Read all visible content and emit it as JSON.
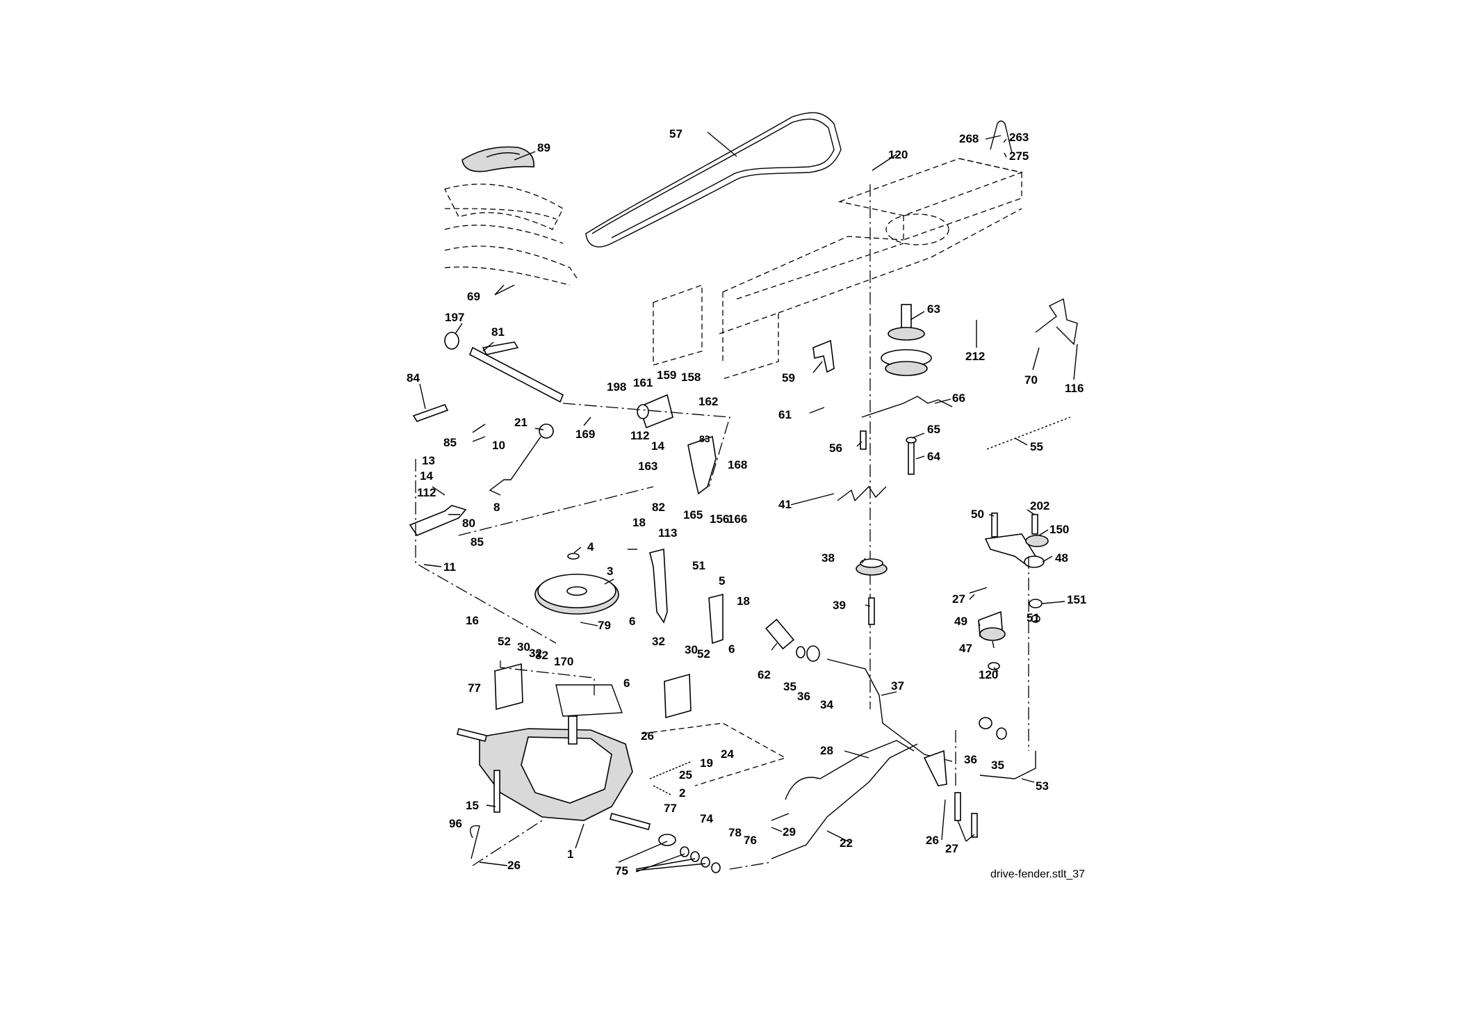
{
  "caption": "drive-fender.stlt_37",
  "callouts": [
    {
      "id": "c57",
      "text": "57"
    },
    {
      "id": "c89",
      "text": "89"
    },
    {
      "id": "c69",
      "text": "69"
    },
    {
      "id": "c120a",
      "text": "120"
    },
    {
      "id": "c268",
      "text": "268"
    },
    {
      "id": "c263",
      "text": "263"
    },
    {
      "id": "c275",
      "text": "275"
    },
    {
      "id": "c63",
      "text": "63"
    },
    {
      "id": "c212",
      "text": "212"
    },
    {
      "id": "c70",
      "text": "70"
    },
    {
      "id": "c116",
      "text": "116"
    },
    {
      "id": "c197",
      "text": "197"
    },
    {
      "id": "c81",
      "text": "81"
    },
    {
      "id": "c84",
      "text": "84"
    },
    {
      "id": "c198",
      "text": "198"
    },
    {
      "id": "c161",
      "text": "161"
    },
    {
      "id": "c159",
      "text": "159"
    },
    {
      "id": "c158",
      "text": "158"
    },
    {
      "id": "c162",
      "text": "162"
    },
    {
      "id": "c59",
      "text": "59"
    },
    {
      "id": "c61",
      "text": "61"
    },
    {
      "id": "c66",
      "text": "66"
    },
    {
      "id": "c21",
      "text": "21"
    },
    {
      "id": "c169",
      "text": "169"
    },
    {
      "id": "c112a",
      "text": "112"
    },
    {
      "id": "c14a",
      "text": "14"
    },
    {
      "id": "c83",
      "text": "83"
    },
    {
      "id": "c85a",
      "text": "85"
    },
    {
      "id": "c10",
      "text": "10"
    },
    {
      "id": "c56",
      "text": "56"
    },
    {
      "id": "c65",
      "text": "65"
    },
    {
      "id": "c64",
      "text": "64"
    },
    {
      "id": "c55",
      "text": "55"
    },
    {
      "id": "c163",
      "text": "163"
    },
    {
      "id": "c168",
      "text": "168"
    },
    {
      "id": "c13",
      "text": "13"
    },
    {
      "id": "c14b",
      "text": "14"
    },
    {
      "id": "c112b",
      "text": "112"
    },
    {
      "id": "c8",
      "text": "8"
    },
    {
      "id": "c80",
      "text": "80"
    },
    {
      "id": "c82",
      "text": "82"
    },
    {
      "id": "c165",
      "text": "165"
    },
    {
      "id": "c156",
      "text": "156"
    },
    {
      "id": "c166",
      "text": "166"
    },
    {
      "id": "c41",
      "text": "41"
    },
    {
      "id": "c85b",
      "text": "85"
    },
    {
      "id": "c50",
      "text": "50"
    },
    {
      "id": "c202",
      "text": "202"
    },
    {
      "id": "c150",
      "text": "150"
    },
    {
      "id": "c18a",
      "text": "18"
    },
    {
      "id": "c113",
      "text": "113"
    },
    {
      "id": "c4",
      "text": "4"
    },
    {
      "id": "c11",
      "text": "11"
    },
    {
      "id": "c38",
      "text": "38"
    },
    {
      "id": "c48",
      "text": "48"
    },
    {
      "id": "c51a",
      "text": "51"
    },
    {
      "id": "c3",
      "text": "3"
    },
    {
      "id": "c5",
      "text": "5"
    },
    {
      "id": "c27a",
      "text": "27"
    },
    {
      "id": "c151",
      "text": "151"
    },
    {
      "id": "c18b",
      "text": "18"
    },
    {
      "id": "c6a",
      "text": "6"
    },
    {
      "id": "c39",
      "text": "39"
    },
    {
      "id": "c51b",
      "text": "51"
    },
    {
      "id": "c49",
      "text": "49"
    },
    {
      "id": "c16",
      "text": "16"
    },
    {
      "id": "c79",
      "text": "79"
    },
    {
      "id": "c47",
      "text": "47"
    },
    {
      "id": "c52a",
      "text": "52"
    },
    {
      "id": "c32a",
      "text": "32"
    },
    {
      "id": "c30a",
      "text": "30"
    },
    {
      "id": "c62",
      "text": "62"
    },
    {
      "id": "c6b",
      "text": "6"
    },
    {
      "id": "c32b",
      "text": "32"
    },
    {
      "id": "c30b",
      "text": "30"
    },
    {
      "id": "c52b",
      "text": "52"
    },
    {
      "id": "c32c",
      "text": "32"
    },
    {
      "id": "c170",
      "text": "170"
    },
    {
      "id": "c120b",
      "text": "120"
    },
    {
      "id": "c35a",
      "text": "35"
    },
    {
      "id": "c36a",
      "text": "36"
    },
    {
      "id": "c34",
      "text": "34"
    },
    {
      "id": "c37",
      "text": "37"
    },
    {
      "id": "c6c",
      "text": "6"
    },
    {
      "id": "c77a",
      "text": "77"
    },
    {
      "id": "c26a",
      "text": "26"
    },
    {
      "id": "c24",
      "text": "24"
    },
    {
      "id": "c19",
      "text": "19"
    },
    {
      "id": "c36b",
      "text": "36"
    },
    {
      "id": "c35b",
      "text": "35"
    },
    {
      "id": "c28",
      "text": "28"
    },
    {
      "id": "c25",
      "text": "25"
    },
    {
      "id": "c53",
      "text": "53"
    },
    {
      "id": "c2",
      "text": "2"
    },
    {
      "id": "c15",
      "text": "15"
    },
    {
      "id": "c77b",
      "text": "77"
    },
    {
      "id": "c96",
      "text": "96"
    },
    {
      "id": "c74",
      "text": "74"
    },
    {
      "id": "c29",
      "text": "29"
    },
    {
      "id": "c78",
      "text": "78"
    },
    {
      "id": "c76",
      "text": "76"
    },
    {
      "id": "c22",
      "text": "22"
    },
    {
      "id": "c26b",
      "text": "26"
    },
    {
      "id": "c27b",
      "text": "27"
    },
    {
      "id": "c1",
      "text": "1"
    },
    {
      "id": "c26c",
      "text": "26"
    },
    {
      "id": "c75",
      "text": "75"
    }
  ]
}
